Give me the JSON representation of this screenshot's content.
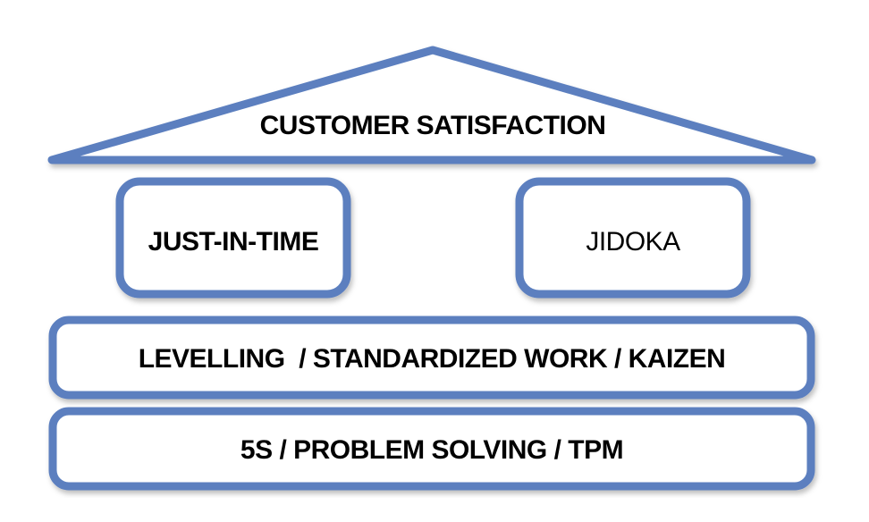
{
  "diagram": {
    "roof": {
      "label": "CUSTOMER SATISFACTION"
    },
    "pillars": [
      {
        "label": "JUST-IN-TIME"
      },
      {
        "label": "JIDOKA"
      }
    ],
    "foundation": [
      {
        "label": "LEVELLING  / STANDARDIZED WORK / KAIZEN"
      },
      {
        "label": "5S / PROBLEM SOLVING / TPM"
      }
    ]
  },
  "colors": {
    "outline": "#5b7fbf",
    "fill": "#ffffff",
    "text": "#000000"
  }
}
